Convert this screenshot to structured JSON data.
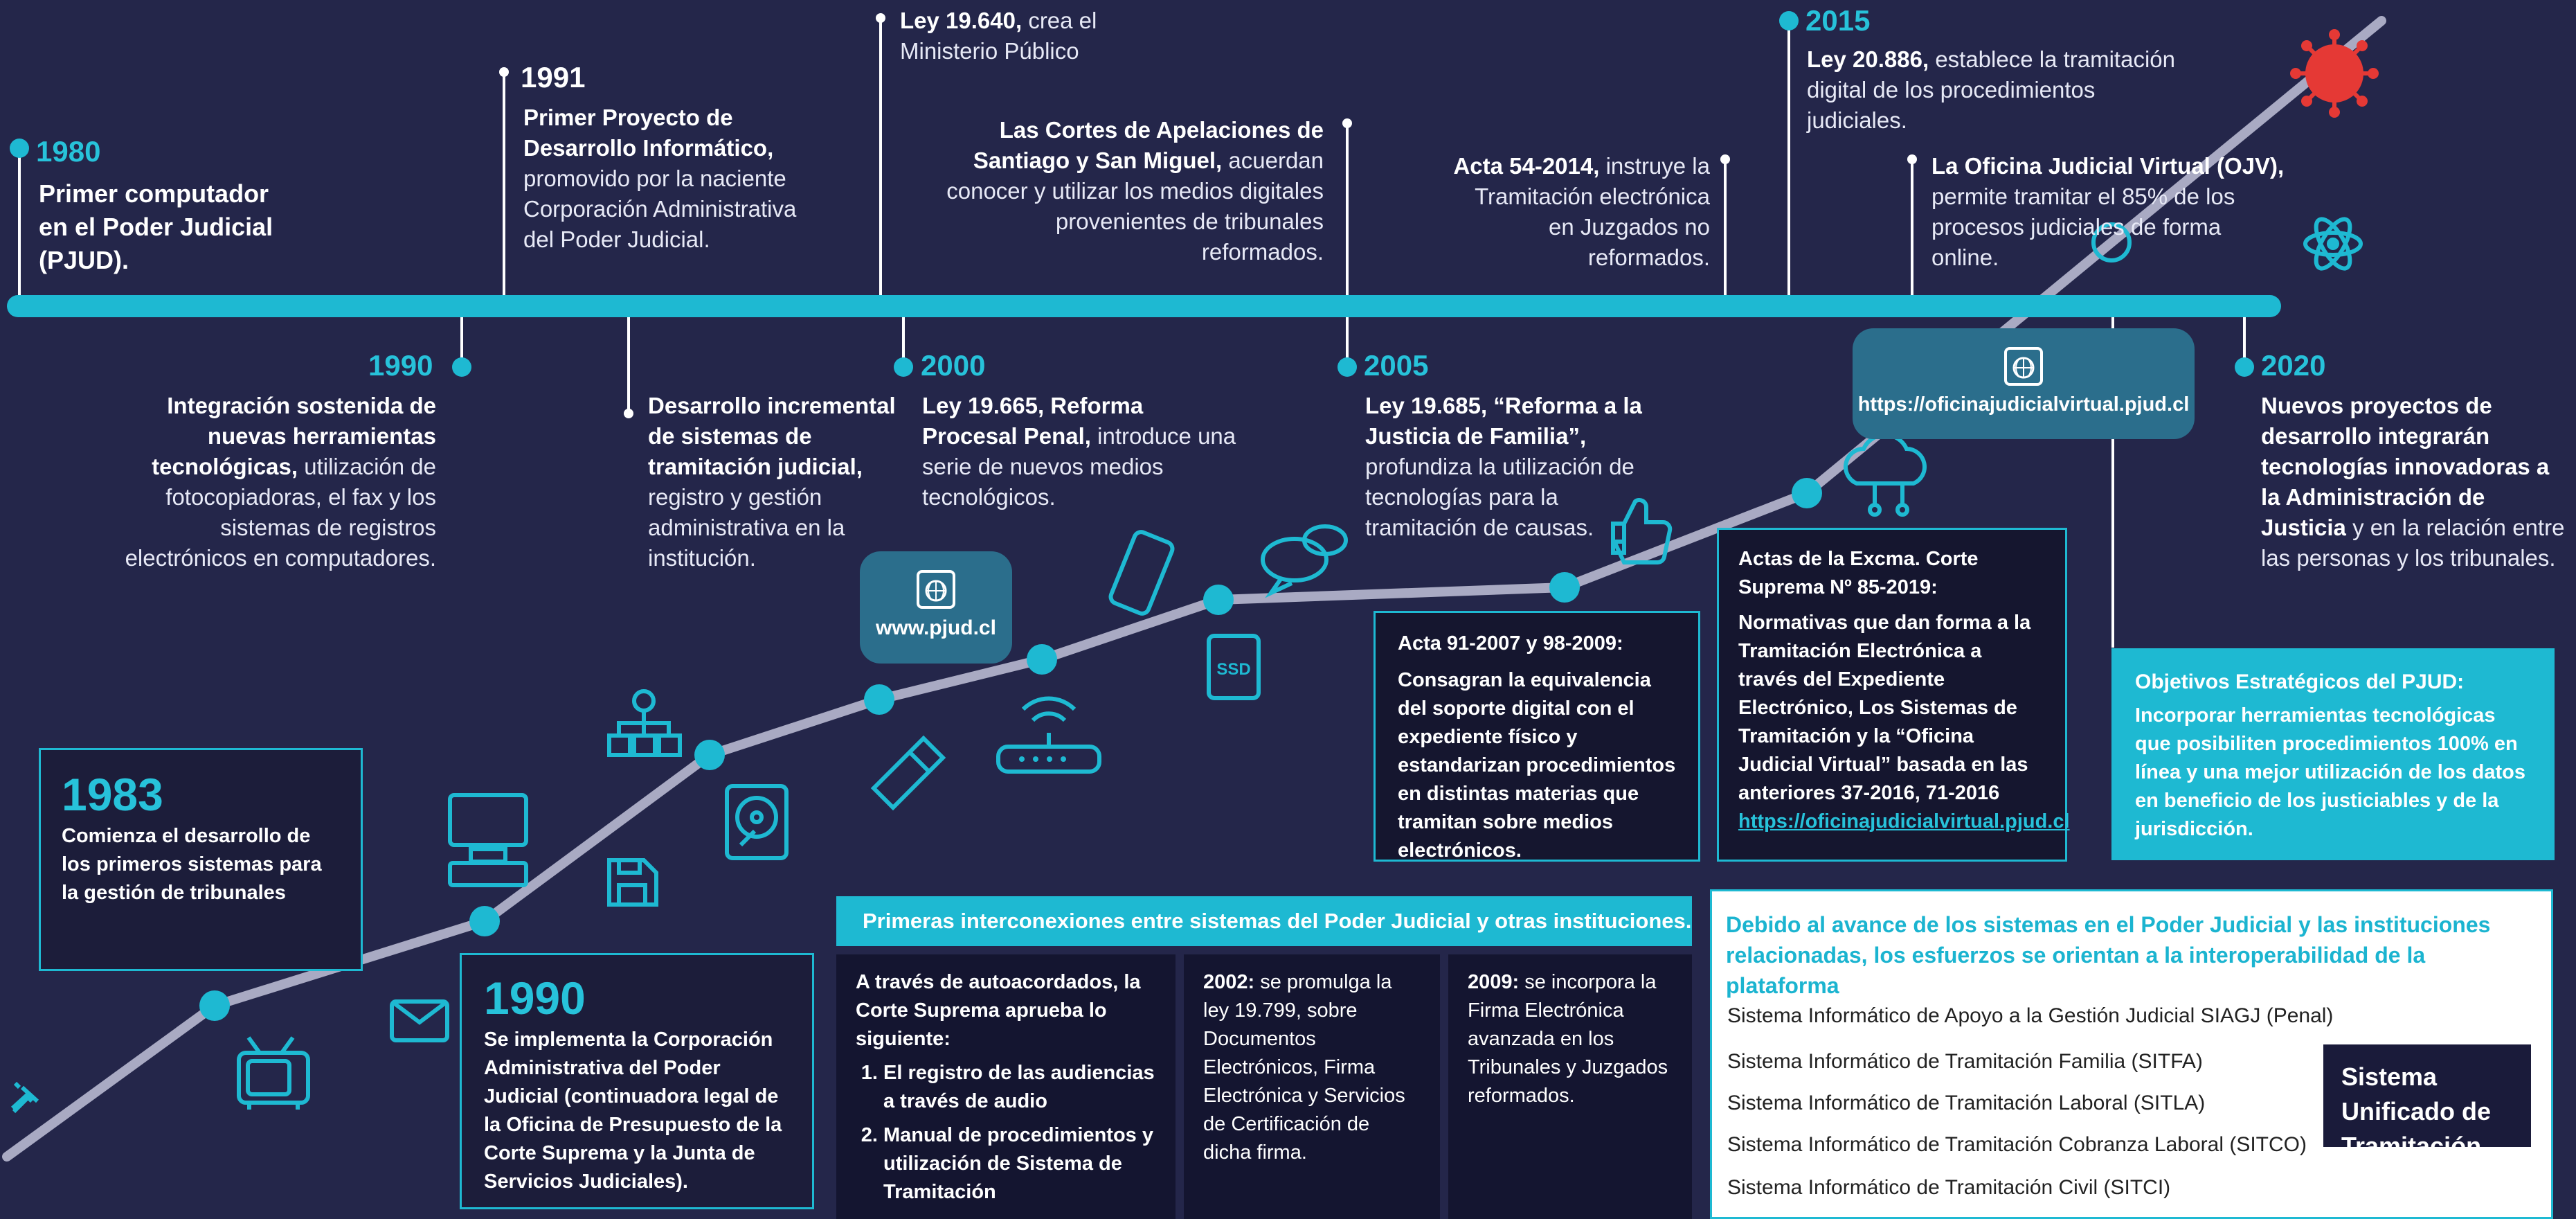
{
  "colors": {
    "background": "#24264a",
    "accent": "#1eb9d2",
    "growth_line": "#a9aac3",
    "highlight": "#27c2da",
    "virus": "#e53935"
  },
  "timeline_top": {
    "y1980": {
      "year": "1980",
      "text": "Primer computador en el Poder Judicial (PJUD)."
    },
    "y1991": {
      "year": "1991",
      "head": "Primer Proyecto de Desarrollo Informático,",
      "text": "promovido por la naciente Corporación Administrativa del Poder Judicial."
    },
    "ley19640": {
      "head": "Ley 19.640,",
      "text": "crea el Ministerio Público"
    },
    "cortes": {
      "head": "Las Cortes de Apelaciones de Santiago y San Miguel,",
      "text": "acuerdan conocer y utilizar los medios digitales provenientes de tribunales reformados."
    },
    "acta54": {
      "head": "Acta 54-2014,",
      "text": "instruye la Tramitación electrónica en Juzgados no reformados."
    },
    "y2015": {
      "year": "2015",
      "head": "Ley 20.886,",
      "text": "establece la tramitación digital de los procedimientos judiciales."
    },
    "ojv": {
      "head": "La Oficina Judicial Virtual (OJV),",
      "text": "permite tramitar el 85% de los procesos judiciales de forma online."
    }
  },
  "timeline_bottom": {
    "y1990": {
      "year": "1990",
      "head": "Integración sostenida de nuevas herramientas tecnológicas,",
      "text": "utilización de fotocopiadoras, el fax y los sistemas de registros electrónicos en computadores."
    },
    "desarrollo": {
      "head": "Desarrollo incremental de sistemas de tramitación judicial,",
      "text": "registro y gestión administrativa en la institución."
    },
    "y2000": {
      "year": "2000",
      "head": "Ley 19.665, Reforma Procesal Penal,",
      "text": "introduce una serie de nuevos medios tecnológicos."
    },
    "y2005": {
      "year": "2005",
      "head": "Ley 19.685, “Reforma a la Justicia de Familia”,",
      "text": "profundiza la utilización de tecnologías para la tramitación de causas."
    },
    "y2020": {
      "year": "2020",
      "head": "Nuevos proyectos de desarrollo integrarán tecnologías innovadoras a la Administración de Justicia",
      "text": "y en la relación entre las personas y los tribunales."
    }
  },
  "pills": {
    "pjud": "www.pjud.cl",
    "ojv": "https://oficinajudicialvirtual.pjud.cl"
  },
  "box1983": {
    "year": "1983",
    "text": "Comienza el desarrollo de los primeros sistemas para la gestión de tribunales"
  },
  "box1990": {
    "year": "1990",
    "text": "Se implementa la Corporación Administrativa del Poder Judicial (continuadora legal de la Oficina de Presupuesto de la Corte Suprema y la Junta de Servicios Judiciales)."
  },
  "acta91": {
    "head": "Acta 91-2007 y 98-2009:",
    "text": "Consagran la equivalencia del soporte digital con el expediente físico y estandarizan procedimientos en distintas materias que tramitan sobre medios electrónicos."
  },
  "actas_excma": {
    "head": "Actas de la Excma. Corte Suprema Nº 85-2019:",
    "text": "Normativas que dan forma a la Tramitación Electrónica a través del Expediente Electrónico, Los Sistemas de Tramitación y la “Oficina Judicial Virtual” basada en las anteriores 37-2016, 71-2016",
    "link": "https://oficinajudicialvirtual.pjud.cl"
  },
  "objetivos": {
    "title": "Objetivos Estratégicos del PJUD:",
    "text": "Incorporar herramientas tecnológicas que posibiliten procedimientos 100% en línea y una mejor utilización de los datos en beneficio de los justiciables y de la jurisdicción."
  },
  "interconexiones": {
    "title": "Primeras interconexiones entre sistemas del Poder Judicial y otras instituciones.",
    "col1_intro": "A través de autoacordados, la Corte Suprema aprueba lo siguiente:",
    "col1_items": [
      "El registro de las audiencias a través de audio",
      "Manual de procedimientos y utilización de Sistema de Tramitación"
    ],
    "col2_year": "2002:",
    "col2_text": "se promulga la ley 19.799, sobre Documentos Electrónicos, Firma Electrónica y Servicios de Certificación de dicha firma.",
    "col3_year": "2009:",
    "col3_text": "se incorpora la Firma Electrónica avanzada en los Tribunales y Juzgados reformados."
  },
  "interop": {
    "title": "Debido al avance de los sistemas en el Poder Judicial y las instituciones relacionadas, los esfuerzos se orientan a la interoperabilidad de la plataforma",
    "systems": [
      "Sistema Informático de Apoyo a la Gestión Judicial SIAGJ (Penal)",
      "Sistema Informático de Tramitación Familia (SITFA)",
      "Sistema Informático de Tramitación Laboral (SITLA)",
      "Sistema Informático de Tramitación Cobranza Laboral (SITCO)",
      "Sistema Informático de Tramitación Civil (SITCI)"
    ],
    "unified": "Sistema Unificado de Tramitación"
  },
  "icons": [
    "plug-icon",
    "tv-icon",
    "mail-icon",
    "computer-icon",
    "floppy-icon",
    "network-icon",
    "hard-drive-icon",
    "usb-icon",
    "router-icon",
    "smartphone-icon",
    "ssd-icon",
    "chat-icon",
    "thumbs-up-icon",
    "cloud-network-icon",
    "globe-icon",
    "atom-icon",
    "virus-icon"
  ]
}
